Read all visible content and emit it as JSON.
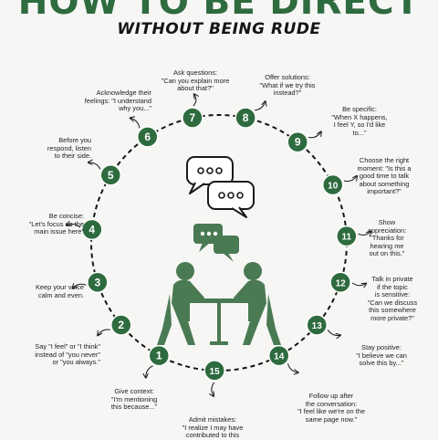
{
  "header": {
    "title": "HOW TO BE DIRECT",
    "subtitle": "WITHOUT BEING RUDE"
  },
  "colors": {
    "primary": "#2e6b3f",
    "ring": "#151515",
    "text": "#222222"
  },
  "steps": [
    {
      "num": "1",
      "text": "Give context:\n\"I'm mentioning\nthis because...\""
    },
    {
      "num": "2",
      "text": "Say \"I feel\" or \"I think\"\ninstead of \"you never\"\nor \"you always.\""
    },
    {
      "num": "3",
      "text": "Keep your voice\ncalm and even."
    },
    {
      "num": "4",
      "text": "Be concise:\n\"Let's focus on the\nmain issue here\""
    },
    {
      "num": "5",
      "text": "Before you\nrespond, listen\nto their side."
    },
    {
      "num": "6",
      "text": "Acknowledge their\nfeelings: \"I understand\nwhy you...\""
    },
    {
      "num": "7",
      "text": "Ask questions:\n\"Can you explain more\nabout that?\""
    },
    {
      "num": "8",
      "text": "Offer solutions:\n\"What if we try this\ninstead?\""
    },
    {
      "num": "9",
      "text": "Be specific:\n\"When X happens,\nI feel Y, so I'd like\nto...\""
    },
    {
      "num": "10",
      "text": "Choose the right\nmoment: \"Is this a\ngood time to talk\nabout something\nimportant?\""
    },
    {
      "num": "11",
      "text": "Show\nappreciation:\n\"Thanks for\nhearing me\nout on this.\""
    },
    {
      "num": "12",
      "text": "Talk in private\nif the topic\nis sensitive:\n\"Can we discuss\nthis somewhere\nmore private?\""
    },
    {
      "num": "13",
      "text": "Stay positive:\n\"I believe we can\nsolve this by...\""
    },
    {
      "num": "14",
      "text": "Follow up after\nthe conversation:\n\"I feel like we're on the\nsame page now.\""
    },
    {
      "num": "15",
      "text": "Admit mistakes:\n\"I realize I may have\ncontributed to this"
    }
  ],
  "icons": {
    "chat_bubble_1": "speech-bubble-icon",
    "chat_bubble_2": "speech-bubble-icon",
    "people": "two-people-talking-icon"
  }
}
